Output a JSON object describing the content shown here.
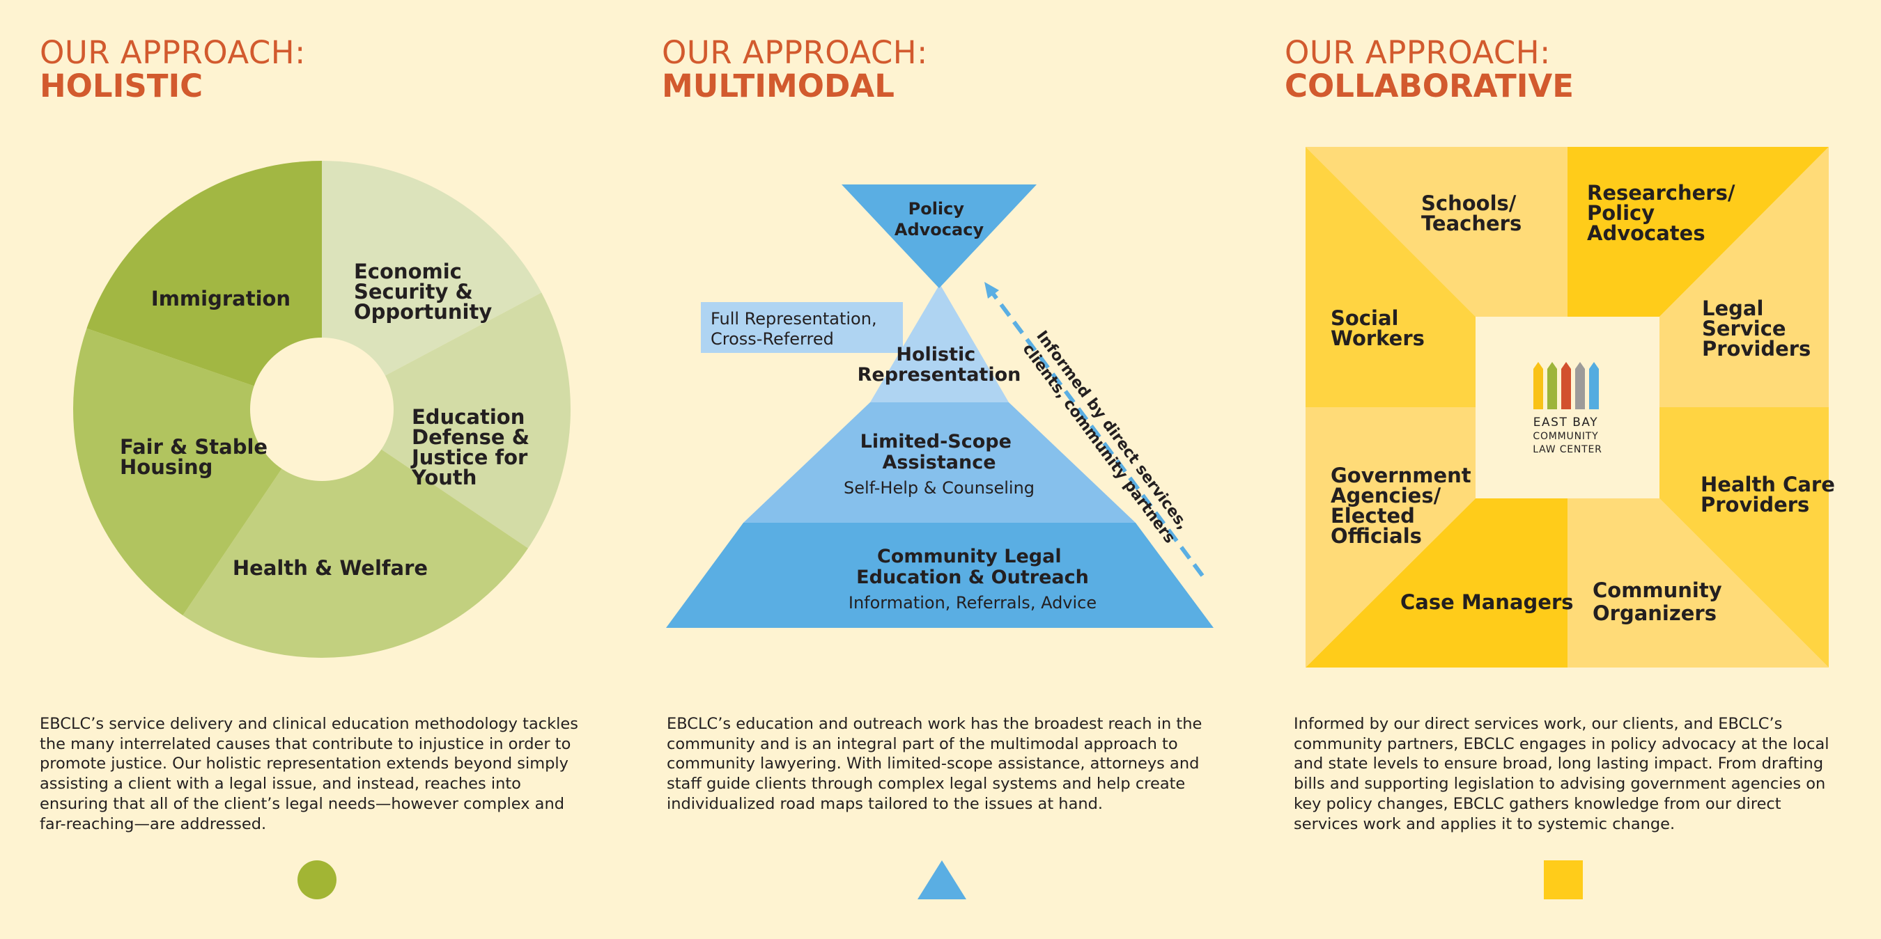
{
  "columns": {
    "holistic": {
      "heading_prefix": "OUR APPROACH:",
      "heading_title": "HOLISTIC",
      "segments": [
        {
          "label_lines": [
            "Economic",
            "Security &",
            "Opportunity"
          ],
          "color": "#DCE3BB"
        },
        {
          "label_lines": [
            "Education",
            "Defense &",
            "Justice for",
            "Youth"
          ],
          "color": "#D3DCA6"
        },
        {
          "label_lines": [
            "Health & Welfare"
          ],
          "color": "#C2D07F"
        },
        {
          "label_lines": [
            "Fair & Stable",
            "Housing"
          ],
          "color": "#B1C45F"
        },
        {
          "label_lines": [
            "Immigration"
          ],
          "color": "#A2B743"
        }
      ],
      "description": "EBCLC’s service delivery and clinical education methodology tackles the many interrelated causes that contribute to injustice in order to promote justice. Our holistic representation extends beyond simply assisting a client with a legal issue, and instead, reaches into ensuring that all of the client’s legal needs—however complex and far-reaching—are addressed.",
      "marker_shape": "circle",
      "marker_color": "#A2B534"
    },
    "multimodal": {
      "heading_prefix": "OUR APPROACH:",
      "heading_title": "MULTIMODAL",
      "policy_lines": [
        "Policy",
        "Advocacy"
      ],
      "side_note_lines": [
        "Full Representation,",
        "Cross-Referred"
      ],
      "tiers": [
        {
          "title_lines": [
            "Holistic",
            "Representation"
          ],
          "subtitle": "",
          "color": "#AFD4F2"
        },
        {
          "title_lines": [
            "Limited-Scope",
            "Assistance"
          ],
          "subtitle": "Self-Help & Counseling",
          "color": "#86C0EC"
        },
        {
          "title_lines": [
            "Community Legal",
            "Education & Outreach"
          ],
          "subtitle": "Information, Referrals, Advice",
          "color": "#5AAEE3"
        }
      ],
      "arrow_lines": [
        "Informed by direct services,",
        "clients, community partners"
      ],
      "description": "EBCLC’s education and outreach work has the broadest reach in the community and is an integral part of the multimodal approach to community lawyering. With limited-scope assistance, attorneys and staff guide clients through complex legal systems and help create individualized road maps tailored to the issues at hand.",
      "marker_shape": "triangle",
      "marker_color": "#5AAEE3"
    },
    "collaborative": {
      "heading_prefix": "OUR APPROACH:",
      "heading_title": "COLLABORATIVE",
      "partners": [
        {
          "label_lines": [
            "Schools/",
            "Teachers"
          ],
          "color": "#FFDB78"
        },
        {
          "label_lines": [
            "Researchers/",
            "Policy",
            "Advocates"
          ],
          "color": "#FFCC1A"
        },
        {
          "label_lines": [
            "Legal",
            "Service",
            "Providers"
          ],
          "color": "#FFDB78"
        },
        {
          "label_lines": [
            "Health Care",
            "Providers"
          ],
          "color": "#FFD442"
        },
        {
          "label_lines": [
            "Community",
            "Organizers"
          ],
          "color": "#FFDB78"
        },
        {
          "label_lines": [
            "Case Managers"
          ],
          "color": "#FFCC1A"
        },
        {
          "label_lines": [
            "Government",
            "Agencies/",
            "Elected",
            "Officials"
          ],
          "color": "#FFDB78"
        },
        {
          "label_lines": [
            "Social",
            "Workers"
          ],
          "color": "#FFD442"
        }
      ],
      "logo": {
        "lines": [
          "EAST BAY",
          "COMMUNITY",
          "LAW CENTER"
        ],
        "bar_colors": [
          "#F9C216",
          "#9DB43A",
          "#D2502E",
          "#9D9B99",
          "#54ACE0"
        ]
      },
      "description": "Informed by our direct services work, our clients, and EBCLC’s community partners, EBCLC engages in policy advocacy at the local and state levels to ensure broad, long lasting impact. From drafting bills and supporting legislation to advising government agencies on key policy changes, EBCLC gathers knowledge from our direct services work and applies it to systemic change.",
      "marker_shape": "square",
      "marker_color": "#FFCC1A"
    }
  },
  "colors": {
    "heading": "#D25A2E",
    "background": "#FEF3D1",
    "text": "#231F20",
    "arrow": "#5AAEE3",
    "side_note": "#AFD4F2"
  }
}
